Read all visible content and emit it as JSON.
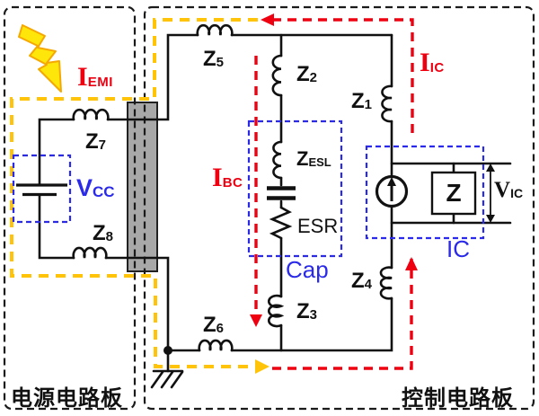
{
  "boards": {
    "power": {
      "label": "电源电路板"
    },
    "control": {
      "label": "控制电路板"
    }
  },
  "currents": {
    "emi": {
      "symbol": "I",
      "sub": "EMI"
    },
    "bypass": {
      "symbol": "I",
      "sub": "BC"
    },
    "ic": {
      "symbol": "I",
      "sub": "IC"
    }
  },
  "components": {
    "vcc": {
      "symbol": "V",
      "sub": "CC"
    },
    "z1": {
      "symbol": "Z",
      "sub": "1"
    },
    "z2": {
      "symbol": "Z",
      "sub": "2"
    },
    "z3": {
      "symbol": "Z",
      "sub": "3"
    },
    "z4": {
      "symbol": "Z",
      "sub": "4"
    },
    "z5": {
      "symbol": "Z",
      "sub": "5"
    },
    "z6": {
      "symbol": "Z",
      "sub": "6"
    },
    "z7": {
      "symbol": "Z",
      "sub": "7"
    },
    "z8": {
      "symbol": "Z",
      "sub": "8"
    },
    "zesl": {
      "symbol": "Z",
      "sub": "ESL"
    },
    "esr": {
      "label": "ESR"
    },
    "cap": {
      "label": "Cap"
    },
    "ic": {
      "label": "IC"
    },
    "z_load": {
      "label": "Z"
    },
    "vic": {
      "symbol": "V",
      "sub": "IC"
    }
  },
  "colors": {
    "emi_path_yellow": "#ffc408",
    "current_red": "#ee0011",
    "box_blue": "#2a2ae8",
    "wire_black": "#111111",
    "connector_gray": "#a8a8a8",
    "bolt_yellow": "#ffe60a",
    "bolt_outline": "#f5a800"
  }
}
